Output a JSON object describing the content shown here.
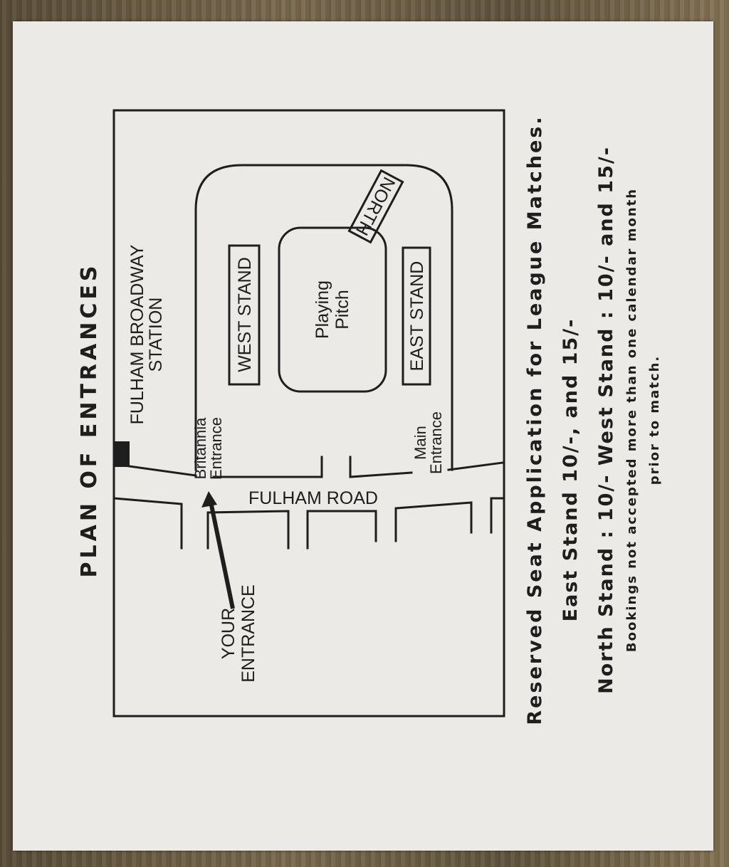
{
  "title": "PLAN OF ENTRANCES",
  "map": {
    "station": [
      "FULHAM BROADWAY",
      "STATION"
    ],
    "road": "FULHAM ROAD",
    "britannia_entrance": [
      "Britannia",
      "Entrance"
    ],
    "main_entrance": [
      "Main",
      "Entrance"
    ],
    "west_stand": "WEST STAND",
    "east_stand": "EAST STAND",
    "pitch": [
      "Playing",
      "Pitch"
    ],
    "north": "NORTH",
    "your_entrance": [
      "YOUR",
      "ENTRANCE"
    ]
  },
  "notes": {
    "line1": "Reserved Seat Application for League Matches.",
    "line2": "East Stand 10/-, and 15/-",
    "line3": "North Stand : 10/- West Stand : 10/- and 15/-",
    "line4": "Bookings not accepted more than one calendar month",
    "line5": "prior to match."
  },
  "colors": {
    "ink": "#1e1e1e",
    "paper": "#ebeae6"
  }
}
